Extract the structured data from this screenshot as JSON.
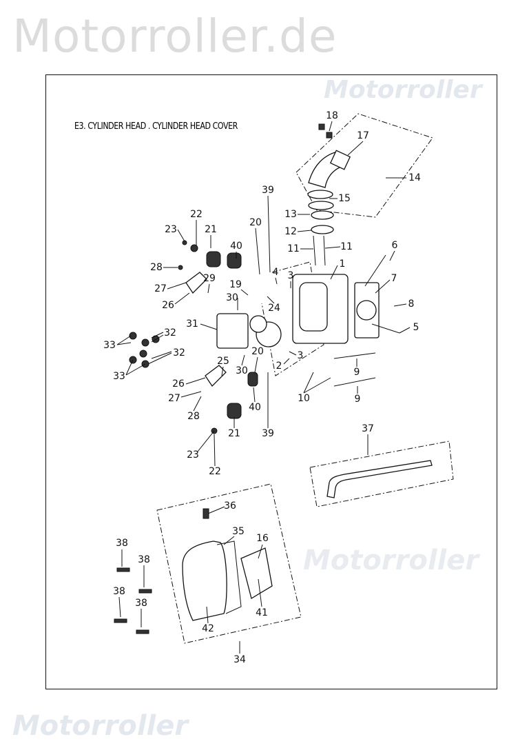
{
  "watermark": {
    "text": "Motorroller.de",
    "small": ".de"
  },
  "diagram": {
    "title": "E3.  CYLINDER HEAD . CYLINDER HEAD COVER",
    "callouts": [
      "18",
      "17",
      "14",
      "15",
      "13",
      "12",
      "11",
      "11",
      "39",
      "20",
      "40",
      "22",
      "23",
      "21",
      "6",
      "1",
      "4",
      "3",
      "7",
      "8",
      "28",
      "29",
      "27",
      "26",
      "19",
      "30",
      "24",
      "31",
      "32",
      "33",
      "32",
      "33",
      "5",
      "25",
      "20",
      "30",
      "2",
      "3",
      "9",
      "26",
      "27",
      "10",
      "9",
      "40",
      "28",
      "21",
      "39",
      "37",
      "23",
      "22",
      "36",
      "35",
      "16",
      "38",
      "38",
      "38",
      "38",
      "41",
      "42",
      "34"
    ]
  }
}
